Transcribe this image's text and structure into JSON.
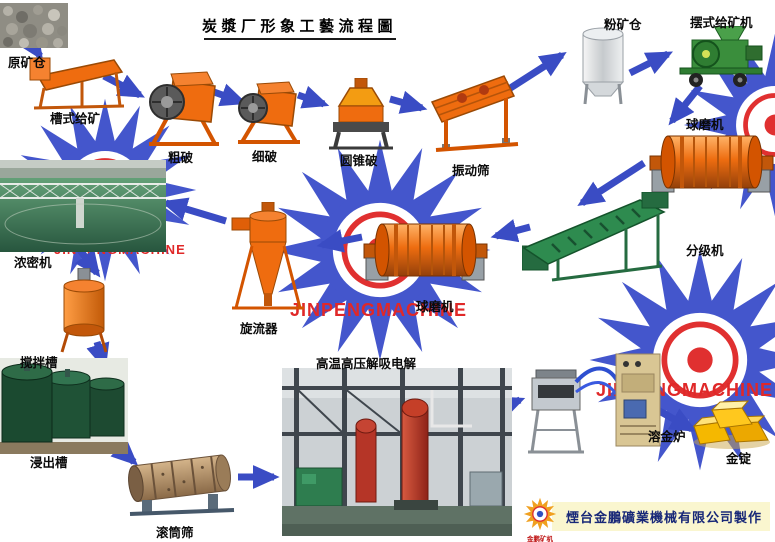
{
  "title": "炭漿厂形象工藝流程圖",
  "watermark": {
    "brand": "JINPENGMACHINE"
  },
  "labels": {
    "raw_ore_bin": "原矿仓",
    "trough_feeder": "槽式给矿",
    "coarse_crusher": "粗破",
    "fine_crusher": "细破",
    "cone_crusher": "圆锥破",
    "vibrating_screen": "振动筛",
    "fine_ore_bin": "粉矿仓",
    "pendulum_feeder": "摆式给矿机",
    "ball_mill_right": "球磨机",
    "classifier": "分级机",
    "ball_mill_center": "球磨机",
    "cyclone": "旋流器",
    "thickener": "浓密机",
    "agitation_tank": "搅拌槽",
    "leaching_tank": "浸出槽",
    "drum_screen": "滚筒筛",
    "desorption_electrolysis": "高温高压解吸电解",
    "gold_melting_furnace": "溶金炉",
    "gold_ingot": "金锭"
  },
  "footer": {
    "credit": "煙台金鵬礦業機械有限公司製作",
    "logo_caption": "金鹏矿机"
  },
  "colors": {
    "arrow_blue": "#3a4cc4",
    "equipment_orange": "#e8650f",
    "equipment_green": "#2e7d4f",
    "watermark_blue": "#4456cc",
    "watermark_red": "#e02828",
    "gold": "#f0b000"
  }
}
